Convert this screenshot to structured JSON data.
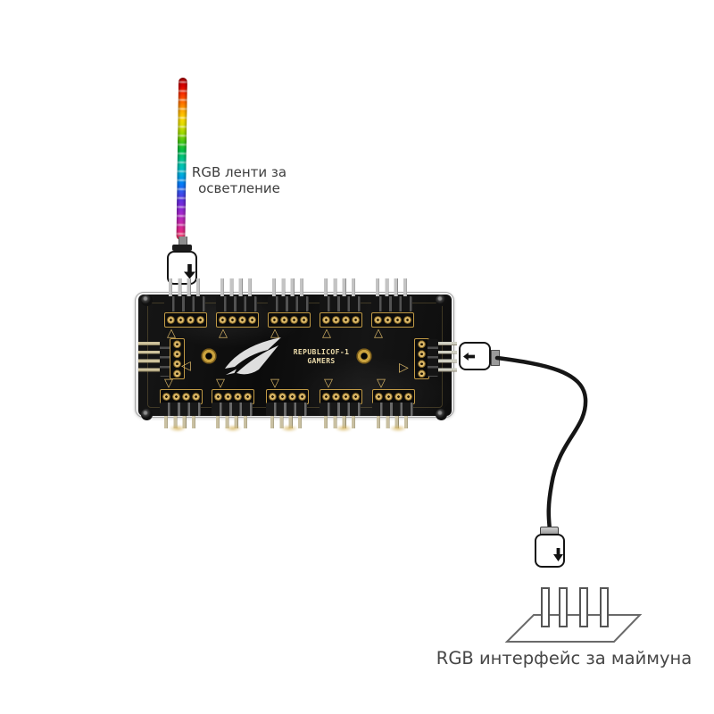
{
  "scene": {
    "background_color": "#ffffff"
  },
  "strip": {
    "label_line1": "RGB ленти за",
    "label_line2": "осветление",
    "colors": [
      "#a80000",
      "#d80000",
      "#f83000",
      "#ff6c00",
      "#ffa800",
      "#ffd800",
      "#d8e000",
      "#90d800",
      "#3cc818",
      "#00c048",
      "#00c488",
      "#00c4b8",
      "#00abdf",
      "#0080f8",
      "#3058f0",
      "#5c30e0",
      "#8828d8",
      "#b028c8",
      "#cc28a8",
      "#e82880",
      "#f84860"
    ]
  },
  "hub": {
    "brand_line1": "REPUBLICOF-1",
    "brand_line2": "GAMERS",
    "logo_icon": "rog-eye-logo",
    "pcb_color": "#111111",
    "gold_color": "#cfa851",
    "top_port_count": 5,
    "bottom_port_count": 5,
    "side_port_count": 2,
    "pins_per_port": 4
  },
  "icons": {
    "up_triangle": "△",
    "down_triangle": "▽",
    "left_triangle": "◁",
    "right_triangle": "▷",
    "strip_plug_arrow": "down-arrow",
    "out_plug_arrow": "left-arrow",
    "mobo_plug_arrow": "down-arrow"
  },
  "mobo": {
    "label": "RGB интерфейс за маймуна",
    "pin_count": 4
  }
}
